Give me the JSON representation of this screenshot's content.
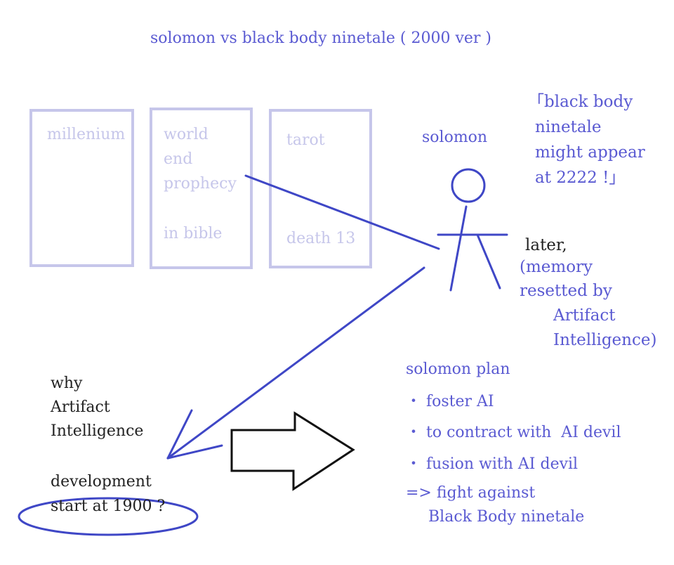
{
  "title": "solomon vs black body ninetale ( 2000 ver )",
  "boxes": [
    {
      "lines": [
        "millenium"
      ]
    },
    {
      "lines": [
        "world",
        "end",
        "prophecy",
        "in bible"
      ]
    },
    {
      "lines": [
        "tarot",
        "death 13"
      ]
    }
  ],
  "figure": {
    "name": "solomon",
    "quote": [
      "「black body",
      "ninetale",
      "might appear",
      "at 2222 !」"
    ],
    "later": "later,",
    "memory": [
      "(memory",
      "resetted by",
      "Artifact",
      "Intelligence)"
    ]
  },
  "question": {
    "lines": [
      "why",
      "Artifact",
      "Intelligence",
      "development",
      "start at 1900 ?"
    ]
  },
  "plan": {
    "title": "solomon plan",
    "items": [
      "・ foster AI",
      "・ to contract with  AI devil",
      "・ fusion with AI devil"
    ],
    "conclusion": [
      "=> fight against",
      "Black Body ninetale"
    ]
  },
  "colors": {
    "blue_text": "#5a5ad2",
    "blue_stroke": "#3f47c6",
    "box_stroke": "#c6c6ea",
    "black": "#111111"
  }
}
